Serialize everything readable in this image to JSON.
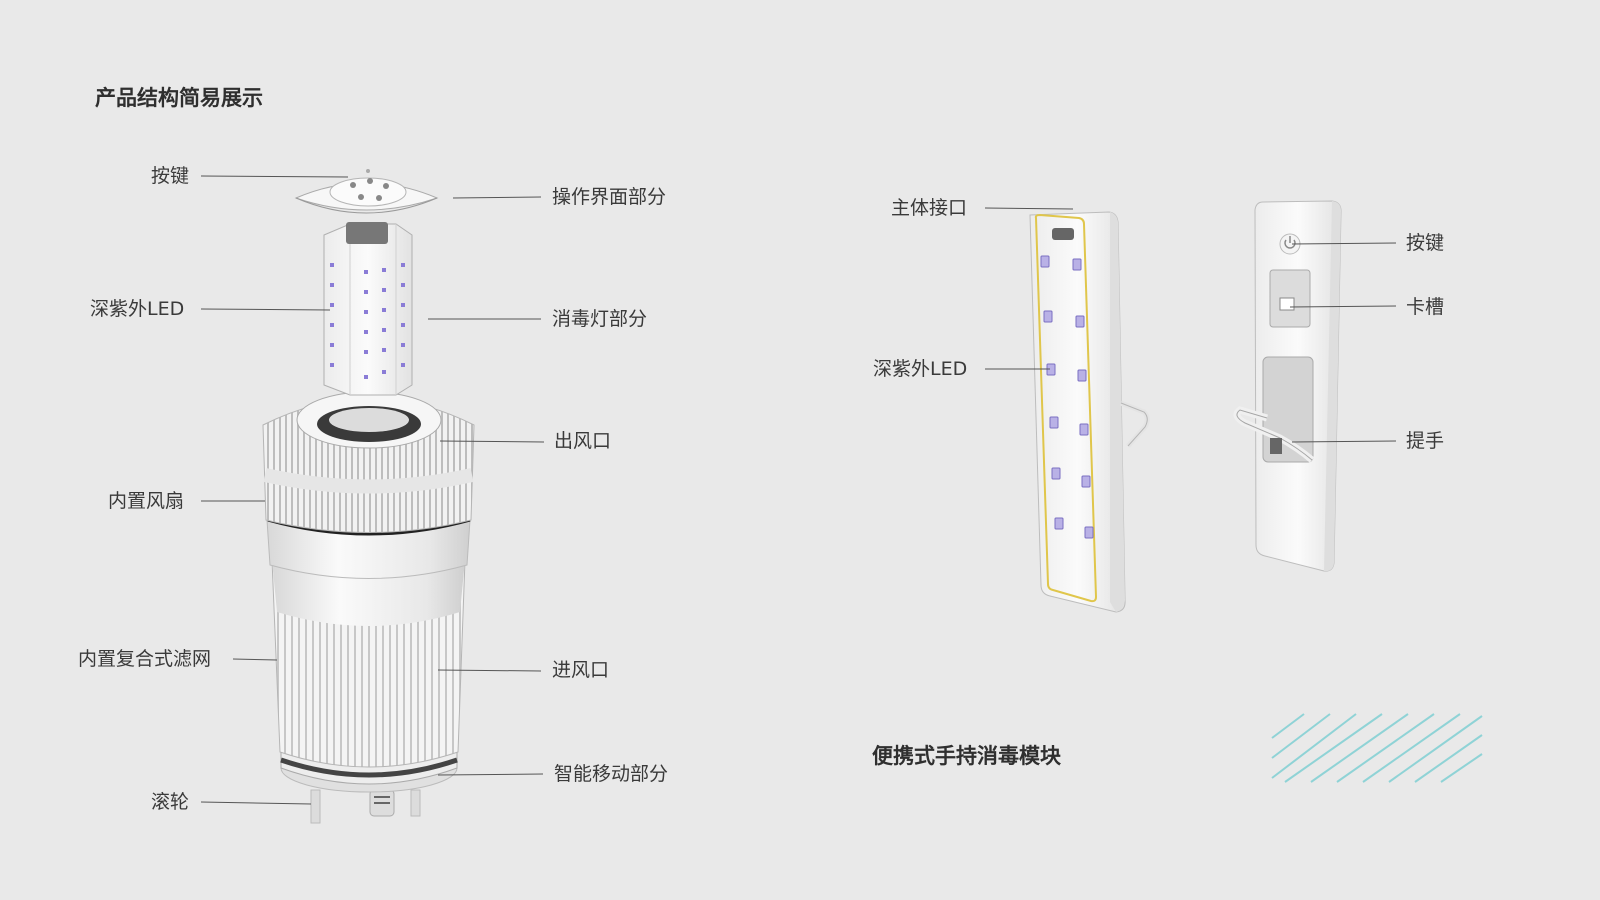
{
  "left_panel": {
    "title": "产品结构简易展示",
    "labels": {
      "button": "按键",
      "ui_part": "操作界面部分",
      "deep_uv_led": "深紫外LED",
      "lamp_part": "消毒灯部分",
      "outlet": "出风口",
      "fan": "内置风扇",
      "filter": "内置复合式滤网",
      "inlet": "进风口",
      "smart_move": "智能移动部分",
      "wheel": "滚轮"
    }
  },
  "right_panel": {
    "title": "便携式手持消毒模块",
    "labels": {
      "main_interface": "主体接口",
      "deep_uv_led": "深紫外LED",
      "button": "按键",
      "card_slot": "卡槽",
      "handle": "提手"
    }
  },
  "colors": {
    "background": "#e9e9e9",
    "accent_hatch": "#8fd3d6",
    "led_purple": "#8a7cd6",
    "outline_yellow": "#e0c64b"
  }
}
